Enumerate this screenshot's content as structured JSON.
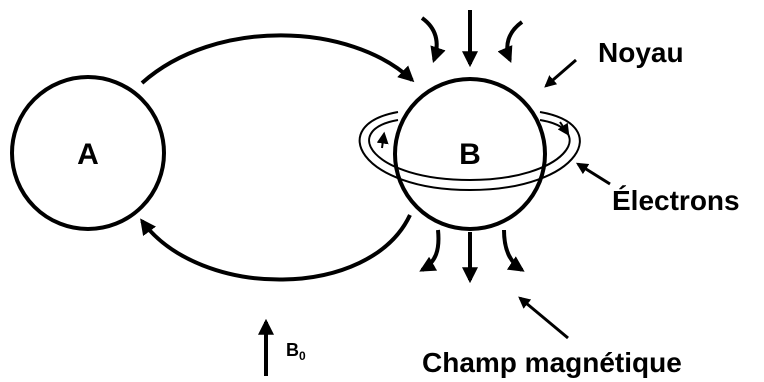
{
  "labels": {
    "circle_a": "A",
    "circle_b": "B",
    "noyau": "Noyau",
    "electrons": "Électrons",
    "champ": "Champ magnétique",
    "b0_base": "B",
    "b0_sub": "0"
  }
}
